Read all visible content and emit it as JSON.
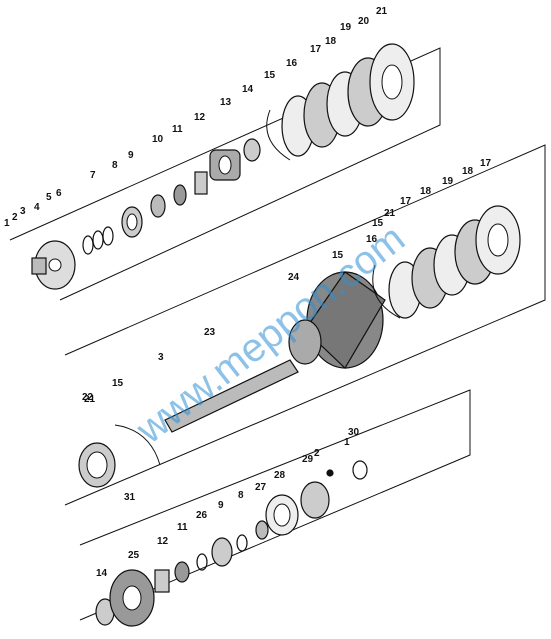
{
  "watermark": "www.meppon.com",
  "callouts": [
    "1",
    "2",
    "3",
    "4",
    "5",
    "6",
    "7",
    "8",
    "9",
    "10",
    "11",
    "12",
    "13",
    "14",
    "15",
    "16",
    "17",
    "18",
    "19",
    "20",
    "21",
    "22",
    "23",
    "24",
    "15",
    "16",
    "17",
    "18",
    "19",
    "18",
    "17",
    "21",
    "15",
    "3",
    "15",
    "21",
    "31",
    "1",
    "2",
    "30",
    "29",
    "28",
    "27",
    "8",
    "9",
    "26",
    "11",
    "12",
    "25",
    "14"
  ],
  "colors": {
    "ink": "#111111",
    "watermark": "#2f8fd6"
  }
}
